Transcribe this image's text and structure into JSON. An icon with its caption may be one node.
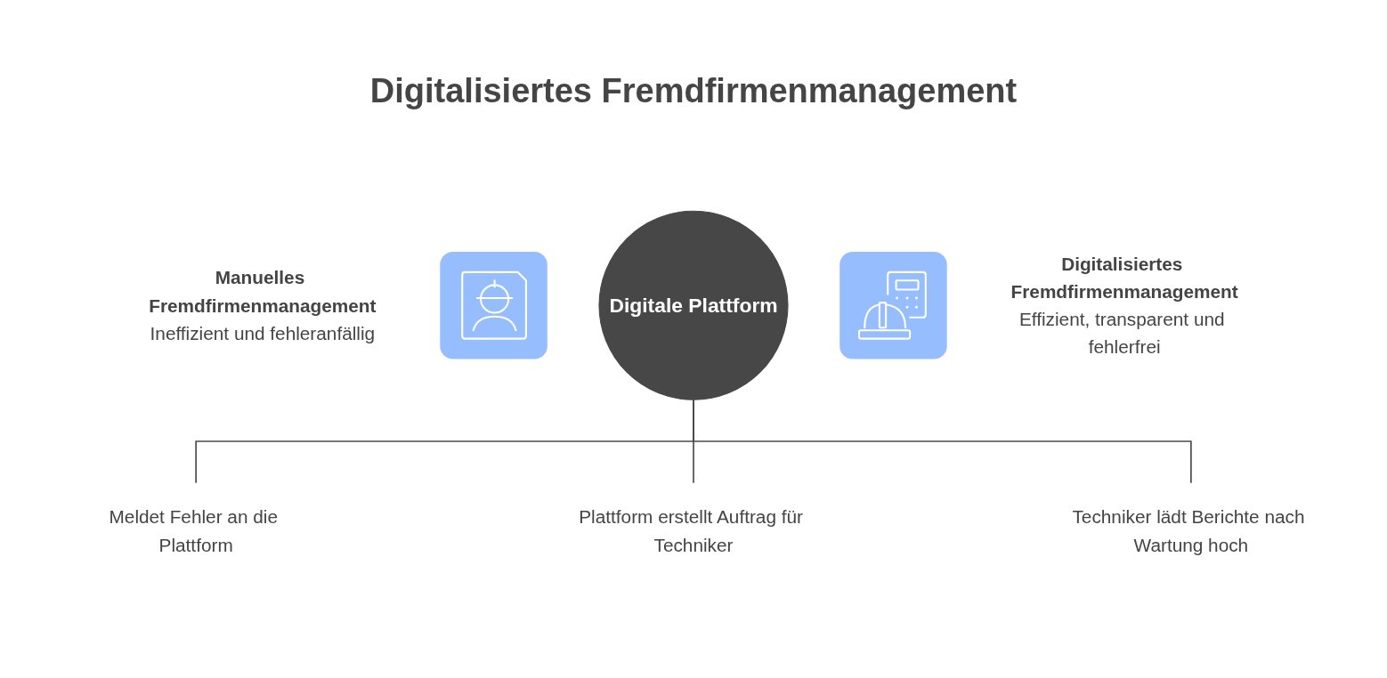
{
  "diagram": {
    "title": "Digitalisiertes Fremdfirmenmanagement",
    "nodes": [
      {
        "text": [
          "Manuelles Fremdfirmenmanagement",
          "Ineffizient und fehleranfällig"
        ]
      },
      {
        "text": [
          "Digitale Plattform"
        ]
      },
      {
        "text": [
          "Digitalisiertes Fremdfirmenmanagement",
          "Effizient, transparent und fehlerfrei"
        ]
      },
      {
        "text": [
          "Meldet Fehler an die Plattform"
        ]
      },
      {
        "text": [
          "Plattform erstellt Auftrag für Techniker"
        ]
      },
      {
        "text": [
          "Techniker lädt Berichte nach Wartung hoch"
        ]
      }
    ],
    "edges": [
      {
        "from": 1,
        "to": 3,
        "arrow": "none"
      },
      {
        "from": 1,
        "to": 4,
        "arrow": "none"
      },
      {
        "from": 1,
        "to": 5,
        "arrow": "none"
      }
    ]
  }
}
